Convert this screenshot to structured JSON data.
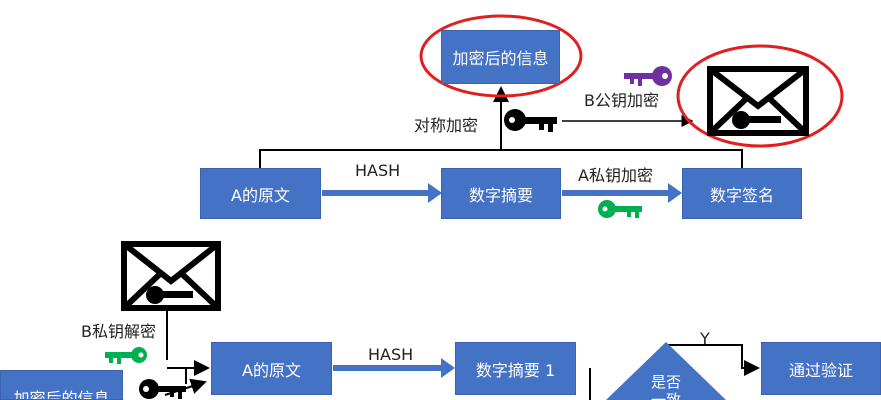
{
  "top": {
    "encrypted_info": "加密后的信息",
    "original": "A的原文",
    "digest": "数字摘要",
    "signature": "数字签名",
    "hash_label": "HASH",
    "symmetric_label": "对称加密",
    "a_private_label": "A私钥加密",
    "b_public_label": "B公钥加密"
  },
  "bottom": {
    "b_private_decrypt_label": "B私钥解密",
    "original": "A的原文",
    "hash_label": "HASH",
    "digest1": "数字摘要 1",
    "decision": "是否一致",
    "yes_label": "Y",
    "pass": "通过验证",
    "encrypted_info": "加密后的信息"
  },
  "colors": {
    "box": "#4472c4",
    "arrow": "#4472c4",
    "circle": "#e02020",
    "key_black": "#000000",
    "key_purple": "#7030a0",
    "key_green": "#00b050"
  },
  "icons": [
    "envelope-icon",
    "key-icon"
  ]
}
